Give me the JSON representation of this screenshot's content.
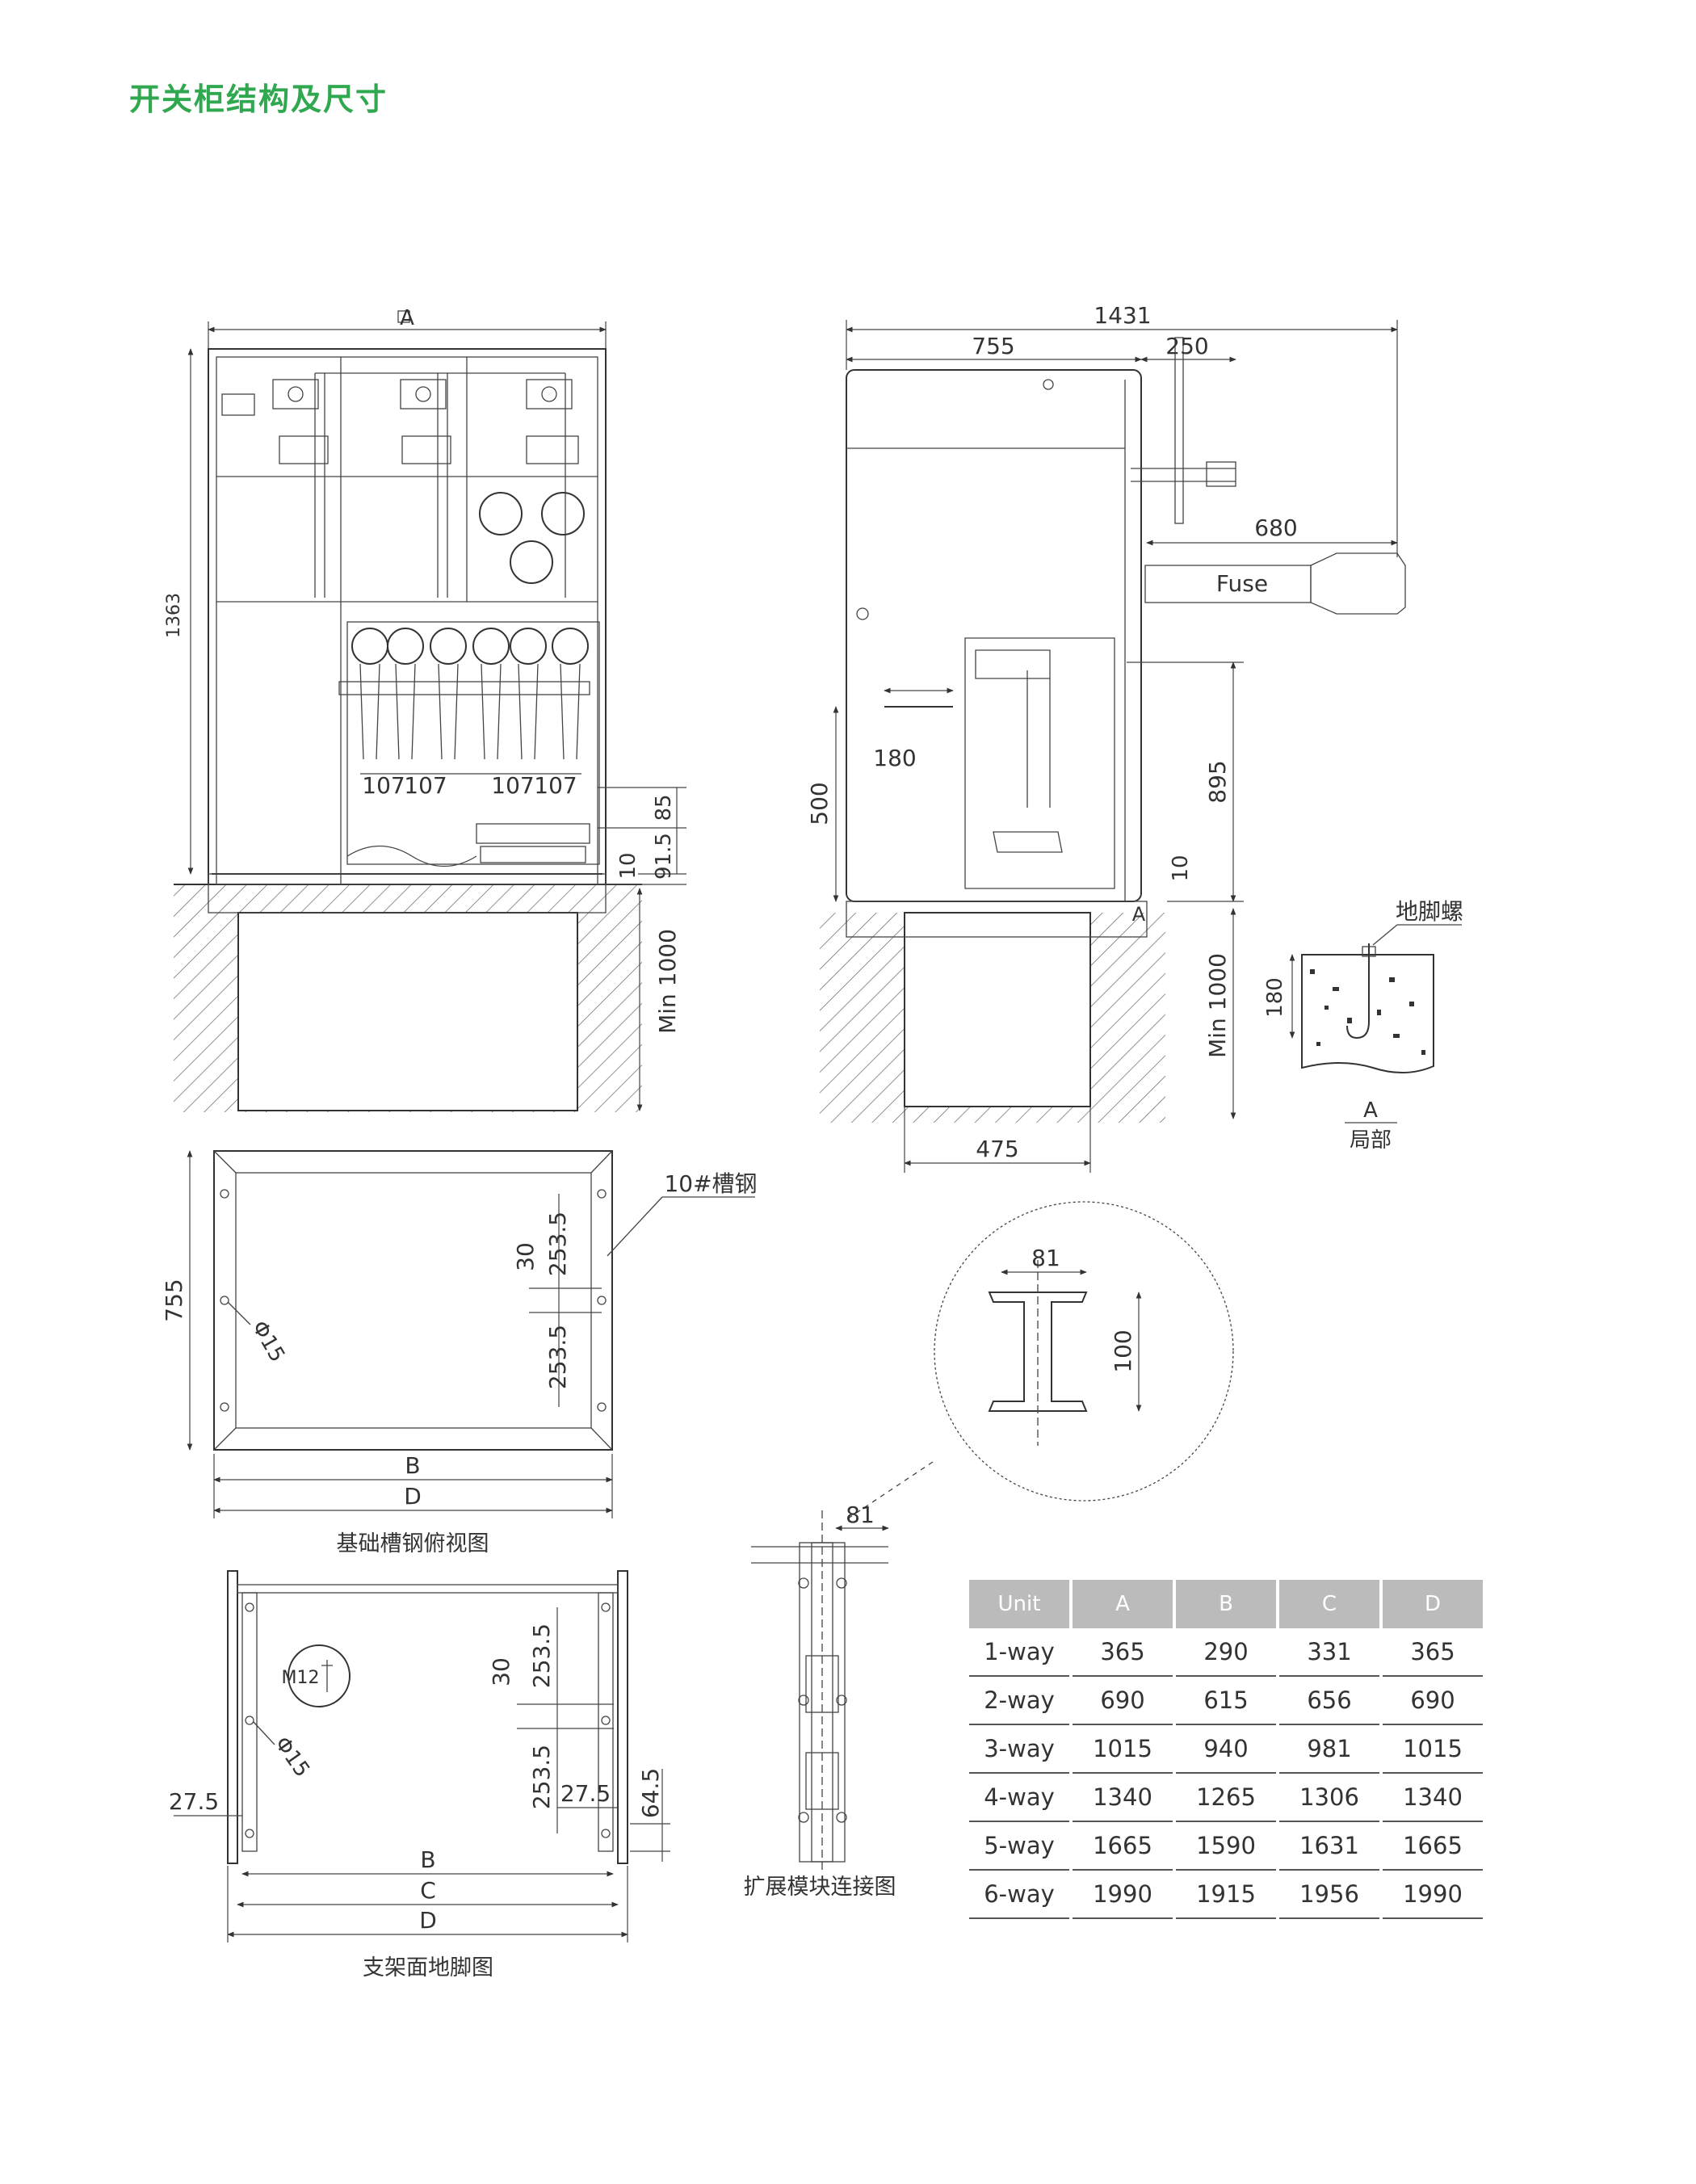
{
  "title": "开关柜结构及尺寸",
  "front_view": {
    "width_label": "A",
    "height_label": "1363",
    "dims": [
      "107",
      "107",
      "107",
      "107",
      "85",
      "91.5",
      "10",
      "Min 1000"
    ]
  },
  "side_view": {
    "dims": [
      "1431",
      "755",
      "250",
      "680",
      "180",
      "500",
      "895",
      "10",
      "Min 1000",
      "475"
    ],
    "fuse_label": "Fuse",
    "mark_a": "A"
  },
  "detail_a": {
    "bolt_label": "地脚螺",
    "dim": "180",
    "mark": "A",
    "caption": "局部"
  },
  "base_plan": {
    "dims": [
      "755",
      "253.5",
      "30",
      "253.5"
    ],
    "hole_label": "Φ15",
    "channel_label": "10#槽钢",
    "width_labels": [
      "B",
      "D"
    ],
    "caption": "基础槽钢俯视图"
  },
  "channel_section": {
    "dims": [
      "81",
      "100"
    ]
  },
  "extension": {
    "dim": "81",
    "caption": "扩展模块连接图"
  },
  "frame_plan": {
    "bolt_label": "M12",
    "hole_label": "Φ15",
    "dims": [
      "30",
      "253.5",
      "253.5",
      "27.5",
      "27.5",
      "64.5"
    ],
    "width_labels": [
      "B",
      "C",
      "D"
    ],
    "caption": "支架面地脚图"
  },
  "table": {
    "headers": [
      "Unit",
      "A",
      "B",
      "C",
      "D"
    ],
    "rows": [
      [
        "1-way",
        "365",
        "290",
        "331",
        "365"
      ],
      [
        "2-way",
        "690",
        "615",
        "656",
        "690"
      ],
      [
        "3-way",
        "1015",
        "940",
        "981",
        "1015"
      ],
      [
        "4-way",
        "1340",
        "1265",
        "1306",
        "1340"
      ],
      [
        "5-way",
        "1665",
        "1590",
        "1631",
        "1665"
      ],
      [
        "6-way",
        "1990",
        "1915",
        "1956",
        "1990"
      ]
    ]
  }
}
